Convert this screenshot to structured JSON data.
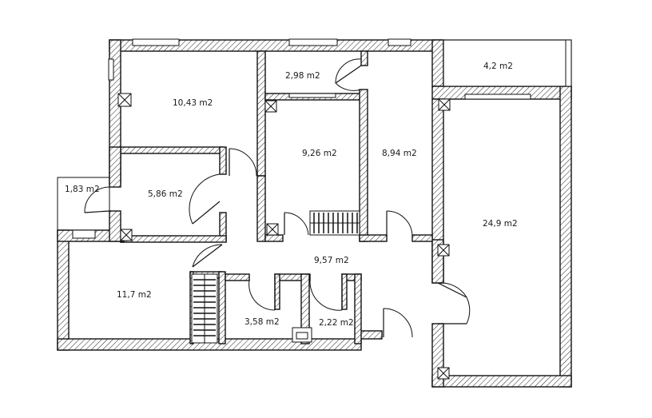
{
  "rooms": [
    {
      "id": "bedroom-top-left",
      "area": "10,43 m2"
    },
    {
      "id": "wc-top",
      "area": "2,98 m2"
    },
    {
      "id": "balcony",
      "area": "4,2 m2"
    },
    {
      "id": "storage-left",
      "area": "1,83 m2"
    },
    {
      "id": "room-left-mid",
      "area": "5,86 m2"
    },
    {
      "id": "bedroom-center",
      "area": "9,26 m2"
    },
    {
      "id": "room-center-right",
      "area": "8,94 m2"
    },
    {
      "id": "living-room",
      "area": "24,9 m2"
    },
    {
      "id": "hall",
      "area": "9,57 m2"
    },
    {
      "id": "bedroom-bottom-left",
      "area": "11,7 m2"
    },
    {
      "id": "bathroom",
      "area": "3,58 m2"
    },
    {
      "id": "toilet",
      "area": "2,22 m2"
    }
  ]
}
